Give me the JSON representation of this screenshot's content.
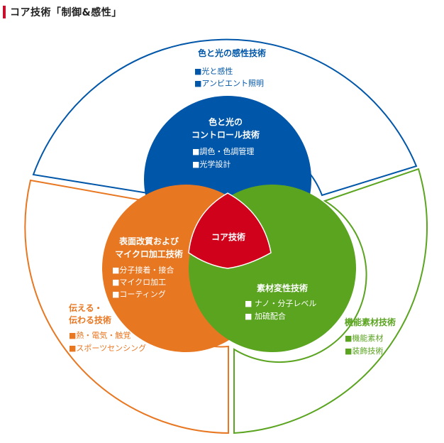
{
  "header": {
    "title": "コア技術「制御&感性」"
  },
  "colors": {
    "header_bar": "#c8102e",
    "blue": "#0056a8",
    "orange": "#e87722",
    "green": "#5aa420",
    "red": "#d0021b",
    "white": "#ffffff"
  },
  "outer_segments": {
    "top": {
      "title": "色と光の感性技術",
      "items": [
        "■光と感性",
        "■アンビエント照明"
      ]
    },
    "left": {
      "title_lines": [
        "伝える・",
        "伝わる技術"
      ],
      "items": [
        "■熱・電気・触覚",
        "■スポーツセンシング"
      ]
    },
    "right": {
      "title": "機能素材技術",
      "items": [
        "■機能素材",
        "■装飾技術"
      ]
    }
  },
  "inner_circles": {
    "blue": {
      "title_lines": [
        "色と光の",
        "コントロール技術"
      ],
      "items": [
        "■調色・色調管理",
        "■光学設計"
      ]
    },
    "orange": {
      "title_lines": [
        "表面改質および",
        "マイクロ加工技術"
      ],
      "items": [
        "■分子接着・接合",
        "■マイクロ加工",
        "■コーティング"
      ]
    },
    "green": {
      "title": "素材変性技術",
      "items": [
        "■ ナノ・分子レベル",
        "■ 加硫配合"
      ]
    }
  },
  "core": {
    "label": "コア技術"
  }
}
